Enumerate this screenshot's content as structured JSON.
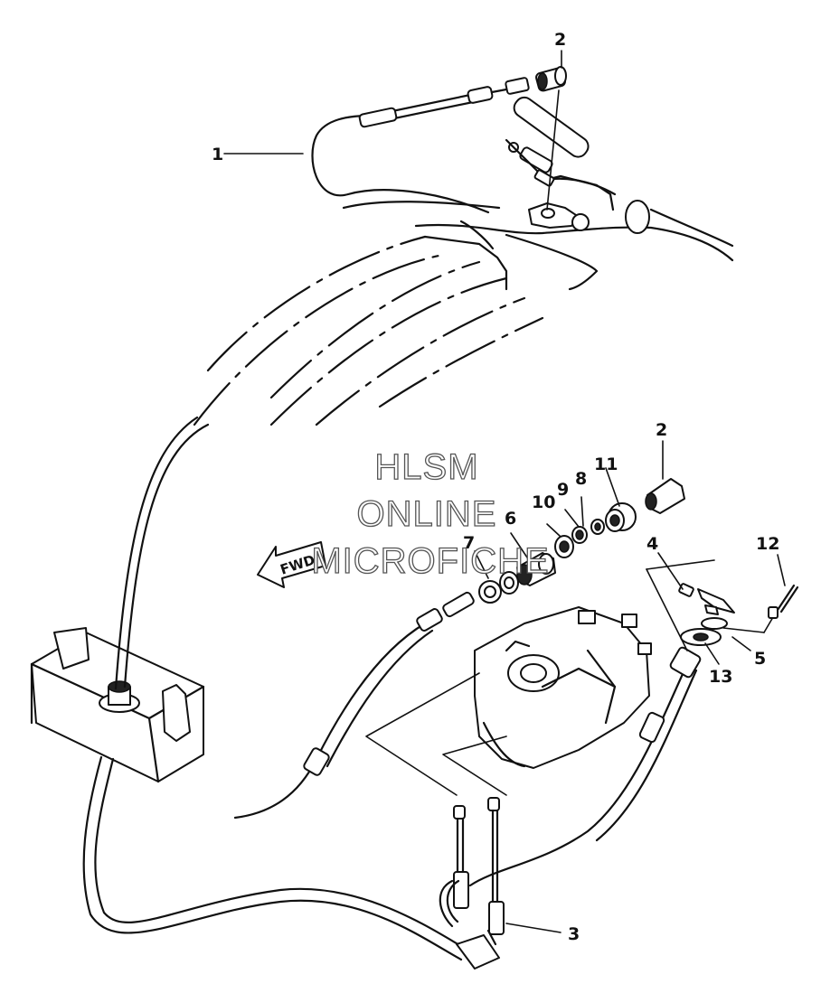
{
  "diagram": {
    "callouts": [
      "1",
      "2",
      "2",
      "3",
      "4",
      "5",
      "6",
      "7",
      "8",
      "9",
      "10",
      "11",
      "12",
      "13"
    ],
    "direction_arrow": "FWD",
    "watermark": [
      "HLSM",
      "ONLINE",
      "MICROFICHE"
    ]
  }
}
